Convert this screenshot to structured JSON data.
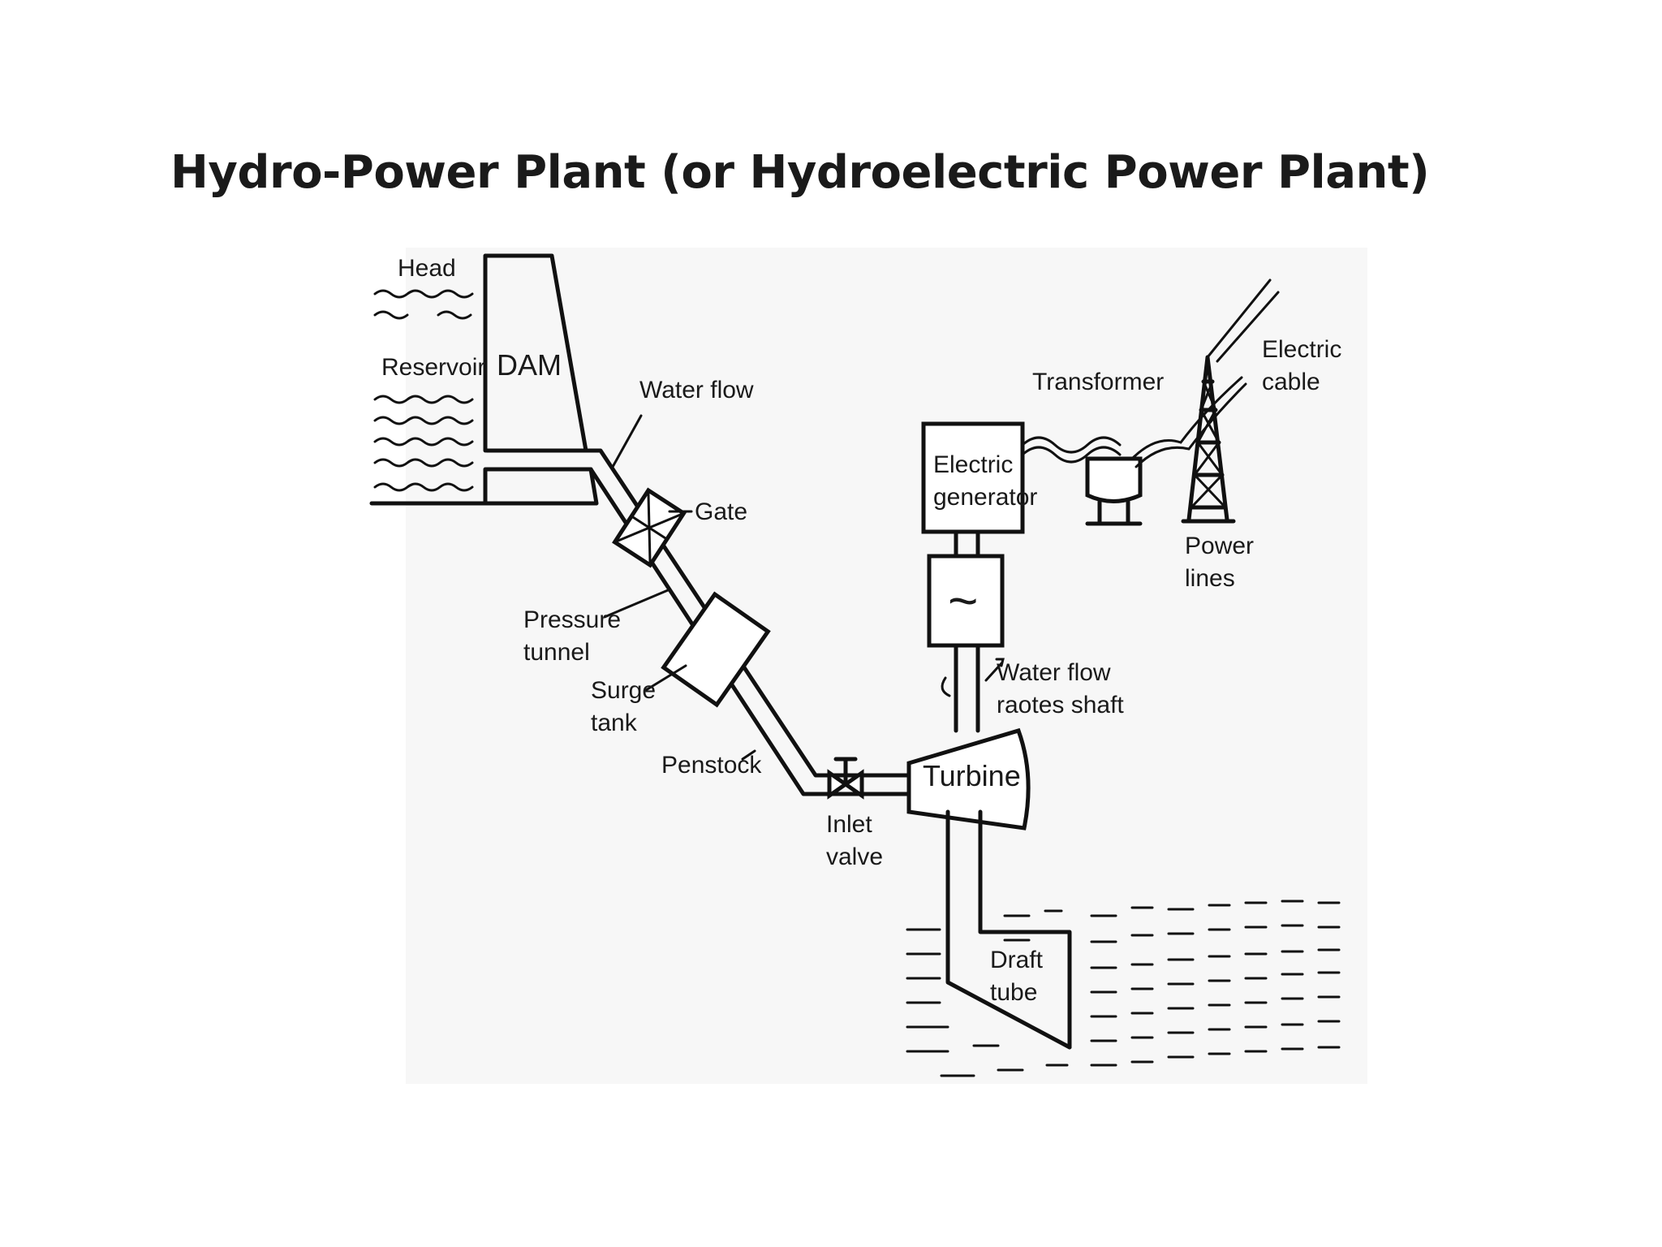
{
  "page": {
    "title": "Hydro-Power Plant (or Hydroelectric Power Plant)"
  },
  "diagram": {
    "labels": {
      "head": "Head",
      "reservoir": "Reservoir",
      "dam": "DAM",
      "water_flow_top": "Water flow",
      "gate": "Gate",
      "pressure_tunnel_1": "Pressure",
      "pressure_tunnel_2": "tunnel",
      "surge_tank_1": "Surge",
      "surge_tank_2": "tank",
      "penstock": "Penstock",
      "inlet_valve_1": "Inlet",
      "inlet_valve_2": "valve",
      "turbine": "Turbine",
      "water_flow_shaft_1": "Water flow",
      "water_flow_shaft_2": "raotes shaft",
      "generator_1": "Electric",
      "generator_2": "generator",
      "alternator_symbol": "~",
      "transformer": "Transformer",
      "power_lines_1": "Power",
      "power_lines_2": "lines",
      "electric_cable_1": "Electric",
      "electric_cable_2": "cable",
      "draft_tube_1": "Draft",
      "draft_tube_2": "tube"
    }
  }
}
